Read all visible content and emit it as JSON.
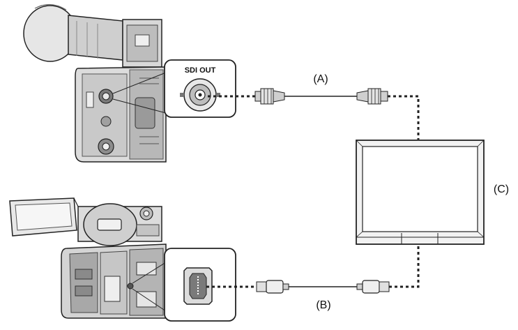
{
  "labels": {
    "sdi_out": "SDI OUT",
    "cable_a": "(A)",
    "cable_b": "(B)",
    "monitor_c": "(C)"
  },
  "colors": {
    "line": "#222222",
    "body_dark": "#9a9a9a",
    "body_light": "#e4e4e4",
    "panel": "#f3f3f3"
  }
}
